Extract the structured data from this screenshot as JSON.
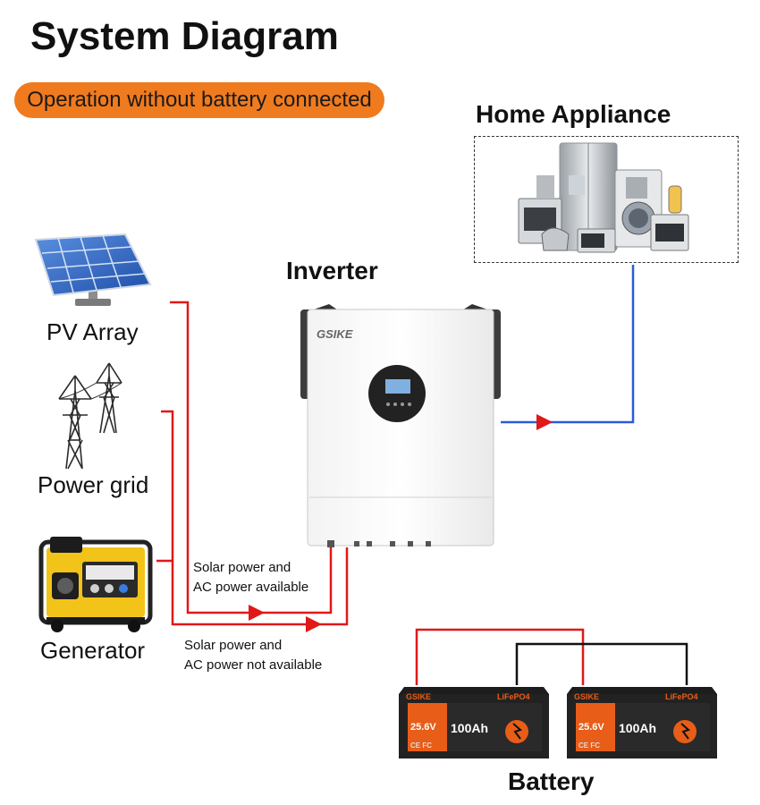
{
  "title": "System Diagram",
  "subtitle_badge": "Operation without battery connected",
  "nodes": {
    "home_appliance": "Home Appliance",
    "inverter": "Inverter",
    "pv_array": "PV Array",
    "power_grid": "Power grid",
    "generator": "Generator",
    "battery": "Battery"
  },
  "path_notes": {
    "available_line1": "Solar power and",
    "available_line2": "AC power available",
    "not_available_line1": "Solar power and",
    "not_available_line2": "AC power not available"
  },
  "inverter_brand": "GSIKE",
  "battery_spec": {
    "brand": "GSIKE",
    "chemistry": "LiFePO4",
    "voltage": "25.6V",
    "capacity": "100Ah",
    "certs": "CE FC"
  },
  "colors": {
    "accent_orange": "#f07a1e",
    "ac_red": "#e01818",
    "load_blue": "#2a5bd7",
    "dc_black": "#111111"
  }
}
